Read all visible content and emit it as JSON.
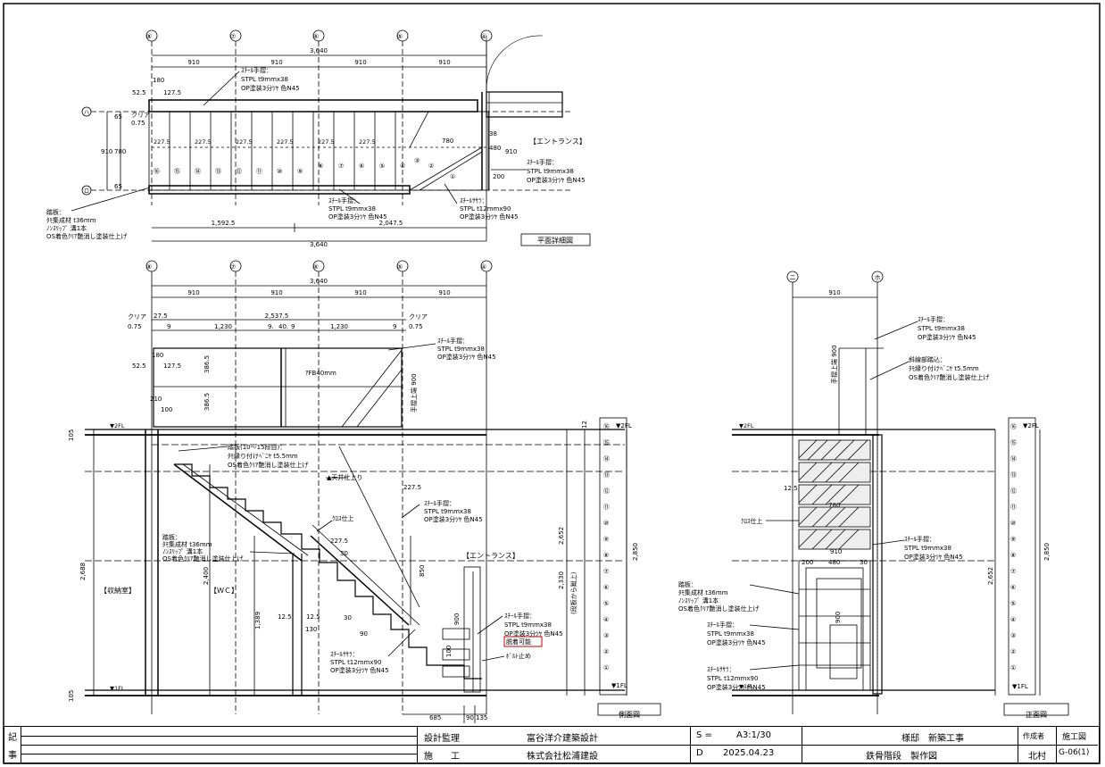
{
  "plan": {
    "title": "平面詳細図",
    "grid_labels": [
      "⑧",
      "⑦",
      "⑥",
      "⑤",
      "④"
    ],
    "grid_row_labels": [
      "ハ",
      "ロ"
    ],
    "overall_dim": "3,640",
    "bay_dims": [
      "910",
      "910",
      "910",
      "910"
    ],
    "sub_dims": [
      "1,592.5",
      "2,047.5"
    ],
    "bottom_overall": "3,640",
    "small_dims": [
      "52.5",
      "127.5",
      "180",
      "65",
      "780",
      "65",
      "910",
      "780",
      "38",
      "480",
      "910",
      "200",
      "クリア",
      "0.75"
    ],
    "tread_width": "227.5",
    "step_numbers": [
      "⑯",
      "⑮",
      "⑭",
      "⑬",
      "⑫",
      "⑪",
      "⑩",
      "⑨",
      "⑧",
      "⑦",
      "⑥",
      "⑤",
      "④",
      "③",
      "②",
      "①"
    ],
    "room_label": "【エントランス】",
    "notes": {
      "handrail_top": [
        "ｽﾁｰﾙ手摺：",
        "STPL t9mmx38",
        "OP塗装3分ﾂﾔ 色N45"
      ],
      "handrail_bottom": [
        "ｽﾁｰﾙ手摺：",
        "STPL t9mmx38",
        "OP塗装3分ﾂﾔ 色N45"
      ],
      "stringer": [
        "ｽﾁｰﾙｻｻﾗ：",
        "STPL t12mmx90",
        "OP塗装3分ﾂﾔ 色N45"
      ],
      "handrail_right": [
        "ｽﾁｰﾙ手摺：",
        "STPL t9mmx38",
        "OP塗装3分ﾂﾔ 色N45"
      ],
      "tread": [
        "踏板：",
        "ﾀﾓ集成材 t36mm",
        "ﾉﾝｽﾘｯﾌﾟ 溝1本",
        "OS着色ｸﾘｱ艶消し塗装仕上げ"
      ]
    }
  },
  "side": {
    "title": "側面図",
    "grid_labels": [
      "⑧",
      "⑦",
      "⑥",
      "⑤",
      "④"
    ],
    "overall_dim": "3,640",
    "bay_dims": [
      "910",
      "910",
      "910",
      "910"
    ],
    "top_dims": [
      "27.5",
      "2,537.5",
      "9",
      "1,230",
      "9.",
      "40.",
      "9",
      "1,230",
      "9"
    ],
    "clear_left": [
      "クリア",
      "0.75"
    ],
    "clear_right": [
      "クリア",
      "0.75"
    ],
    "left_dims": [
      "52.5",
      "127.5",
      "180",
      "386.5",
      "386.5",
      "210",
      "100"
    ],
    "level_2fl": "▼2FL",
    "level_1fl": "▼1FL",
    "ceiling": "▲天井仕上り",
    "rooms": [
      "【収納室】",
      "【ＷＣ】",
      "【エントランス】"
    ],
    "vertical_dims": [
      "2,688",
      "2,400",
      "1,389",
      "2,330",
      "2,652",
      "2,850",
      "900",
      "850"
    ],
    "riser_label": "(段板から蹴上)",
    "handrail_height": "手摺上端 900",
    "misc_dims": [
      "227.5",
      "227.5",
      "30",
      "30",
      "90",
      "12.5",
      "105",
      "12.5",
      "130",
      "685",
      "90",
      "135",
      "100",
      "105",
      "12"
    ],
    "notes": {
      "handrail_top": [
        "ｽﾁｰﾙ手摺：",
        "STPL t9mmx38",
        "OP塗装3分ﾂﾔ 色N45"
      ],
      "tread_left": [
        "踏板(10～15段目)：",
        "ﾀﾓ縁り付けﾍﾞﾆﾔ t5.5mm",
        "OS着色ｸﾘｱ艶消し塗装仕上げ"
      ],
      "tread": [
        "踏板：",
        "ﾀﾓ集成材 t36mm",
        "ﾉﾝｽﾘｯﾌﾟ 溝1本",
        "OS着色ｸﾘｱ艶消し塗装仕上げ"
      ],
      "cross": "ｸﾛｽ仕上",
      "handrail_mid": [
        "ｽﾁｰﾙ手摺：",
        "STPL t9mmx38",
        "OP塗装3分ﾂﾔ 色N45"
      ],
      "handrail_low": [
        "ｽﾁｰﾙ手摺：",
        "STPL t9mmx38",
        "OP塗装3分ﾂﾔ 色N45"
      ],
      "stringer": [
        "ｽﾁｰﾙｻｻﾗ：",
        "STPL t12mmx90",
        "OP塗装3分ﾂﾔ 色N45"
      ],
      "removable": "脱着可能",
      "bolt": "ﾎﾞﾙﾄ止め",
      "fb": "ｱFB40mm"
    },
    "step_count_labels": [
      "⑯",
      "⑮",
      "⑭",
      "⑬",
      "⑫",
      "⑪",
      "⑩",
      "⑨",
      "⑧",
      "⑦",
      "⑥",
      "⑤",
      "④",
      "③",
      "②",
      "①"
    ]
  },
  "front": {
    "title": "正面図",
    "grid_labels": [
      "ニ",
      "ホ"
    ],
    "top_dim": "910",
    "level_2fl": "▼2FL",
    "level_1fl": "▼1FL",
    "vertical_dims": [
      "2,652",
      "2,850"
    ],
    "inner_dims": [
      "12.5",
      "780",
      "910",
      "480",
      "900",
      "200",
      "30"
    ],
    "handrail_height": "手摺上端 900",
    "notes": {
      "handrail_top": [
        "ｽﾁｰﾙ手摺：",
        "STPL t9mmx38",
        "OP塗装3分ﾂﾔ 色N45"
      ],
      "diag": [
        "斜線部踏込：",
        "ﾀﾓ縁り付けﾍﾞﾆﾔ t5.5mm",
        "OS着色ｸﾘｱ艶消し塗装仕上げ"
      ],
      "cross": "ｸﾛｽ仕上",
      "handrail_right": [
        "ｽﾁｰﾙ手摺：",
        "STPL t9mmx38",
        "OP塗装3分ﾂﾔ 色N45"
      ],
      "tread": [
        "踏板：",
        "ﾀﾓ集成材 t36mm",
        "ﾉﾝｽﾘｯﾌﾟ 溝1本",
        "OS着色ｸﾘｱ艶消し塗装仕上げ"
      ],
      "handrail_low": [
        "ｽﾁｰﾙ手摺：",
        "STPL t9mmx38",
        "OP塗装3分ﾂﾔ 色N45"
      ],
      "stringer": [
        "ｽﾁｰﾙｻｻﾗ：",
        "STPL t12mmx90",
        "OP塗装3分ﾂﾔ 色N45"
      ]
    }
  },
  "title_block": {
    "note_label_1": "記",
    "note_label_2": "事",
    "supervisor_label": "設計監理",
    "supervisor": "富谷洋介建築設計",
    "builder_label": "施　　工",
    "builder": "株式会社松浦建設",
    "scale_label": "S =",
    "scale": "A3:1/30",
    "date_label": "D",
    "date": "2025.04.23",
    "project": "様邸　新築工事",
    "drawing_name": "鉄骨階段　製作図",
    "author_label": "作成者",
    "author": "北村",
    "type_label": "施工図",
    "drawing_no": "G-06(1)"
  }
}
